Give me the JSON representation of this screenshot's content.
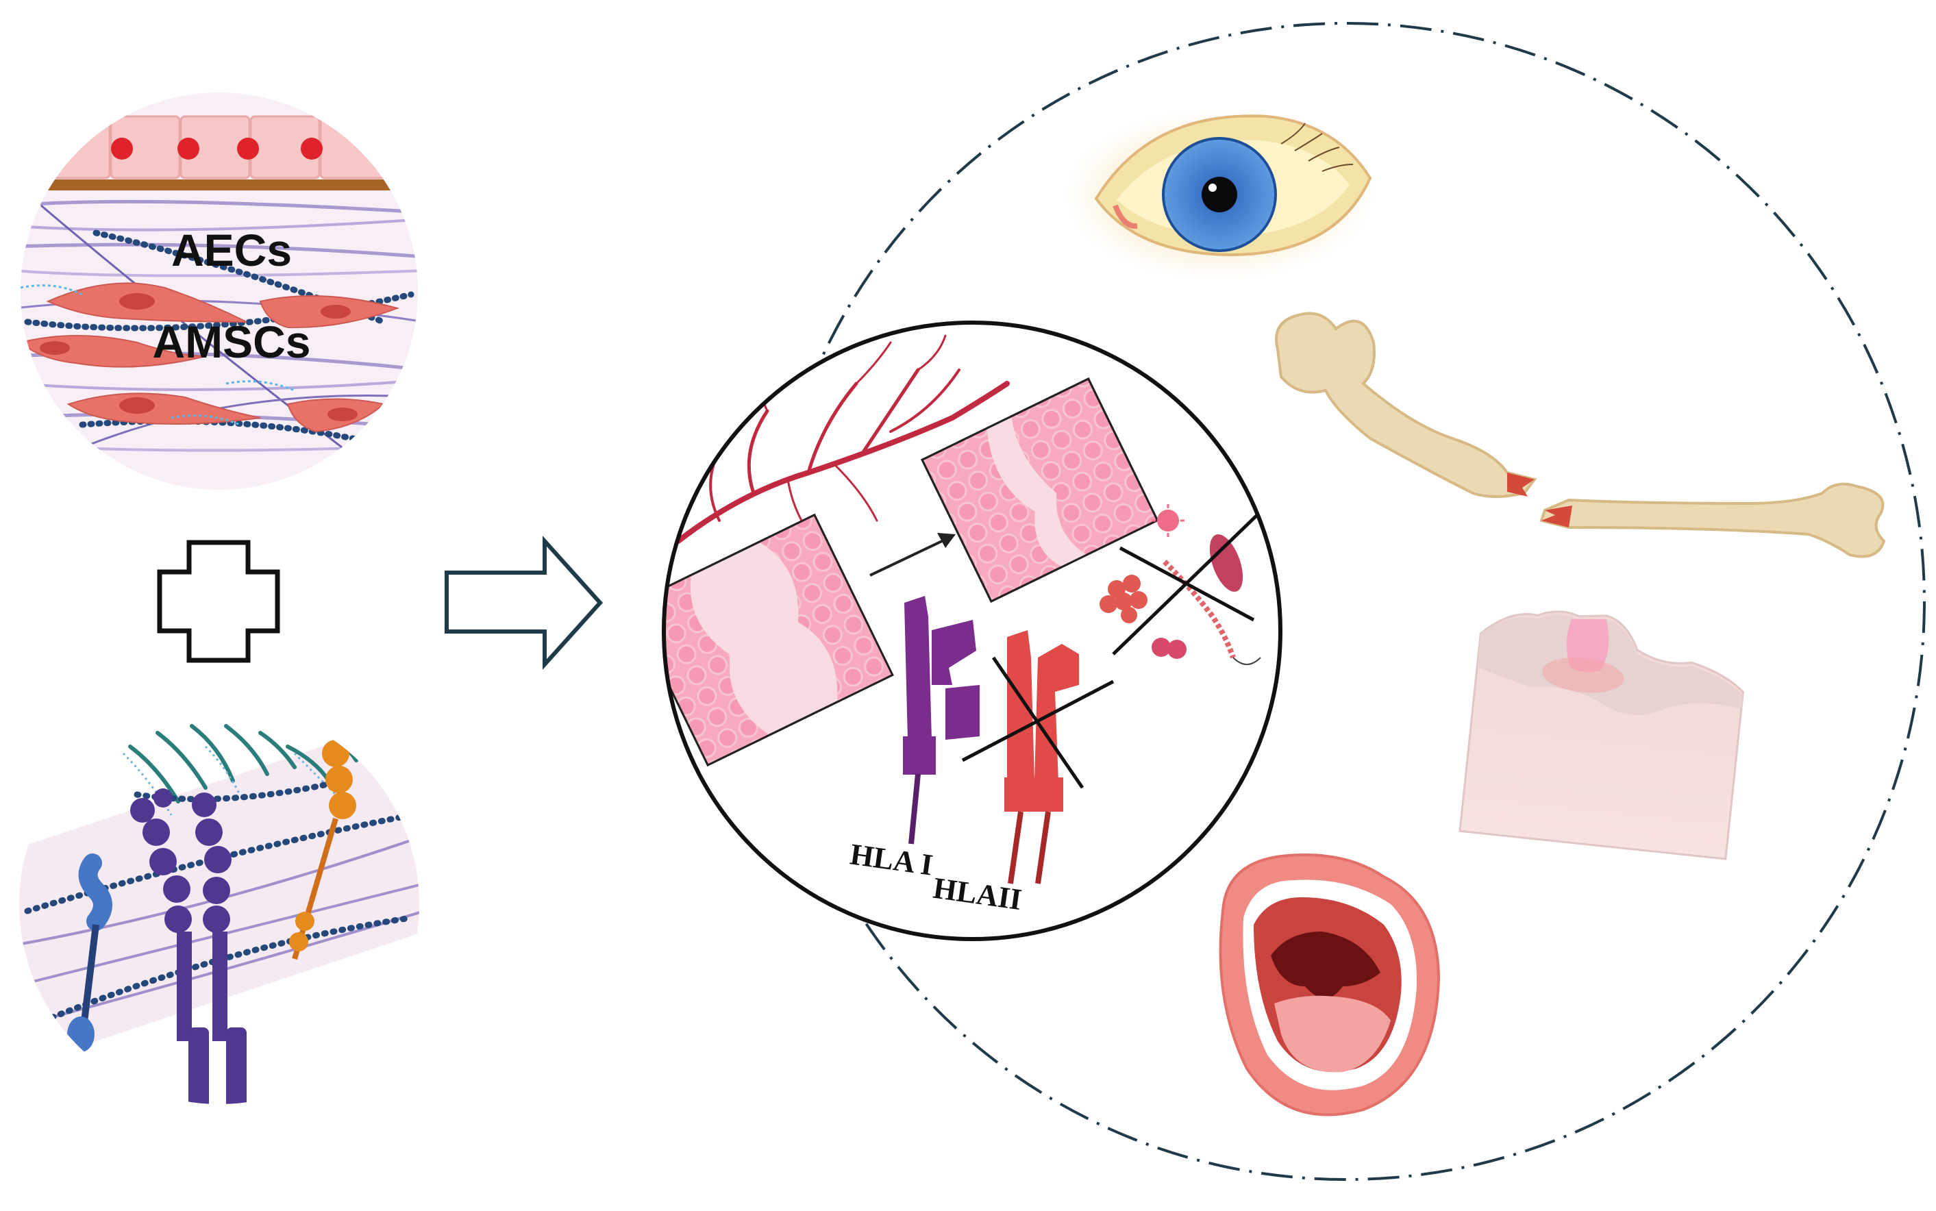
{
  "labels": {
    "aecs": "AECs",
    "amscs": "AMSCs",
    "hla_i": "HLA I",
    "hla_ii": "HLAII"
  },
  "icons": {
    "membrane": "amniotic-membrane-cells-icon",
    "matrix": "extracellular-matrix-icon",
    "plus": "plus-icon",
    "arrow": "right-arrow-icon",
    "mechanisms": "mechanism-circle-icon",
    "eye": "eye-icon",
    "bone": "fractured-bone-icon",
    "skin": "skin-wound-icon",
    "mouth": "open-mouth-icon"
  },
  "colors": {
    "outline": "#1f3a48",
    "epithelial": "#f6c7c6",
    "nucleus": "#e0232a",
    "basement": "#a86424",
    "fibroblast": "#e87268",
    "fiber": "#a89ad0",
    "pink_tissue": "#f7a9bd",
    "vessel": "#c0293f",
    "hla_i": "#7a2d8c",
    "hla_ii": "#e04a48",
    "integrin": "#4f3792",
    "eye_iris": "#3f7fd0",
    "bone": "#ead9b2",
    "mouth": "#f08b84"
  }
}
